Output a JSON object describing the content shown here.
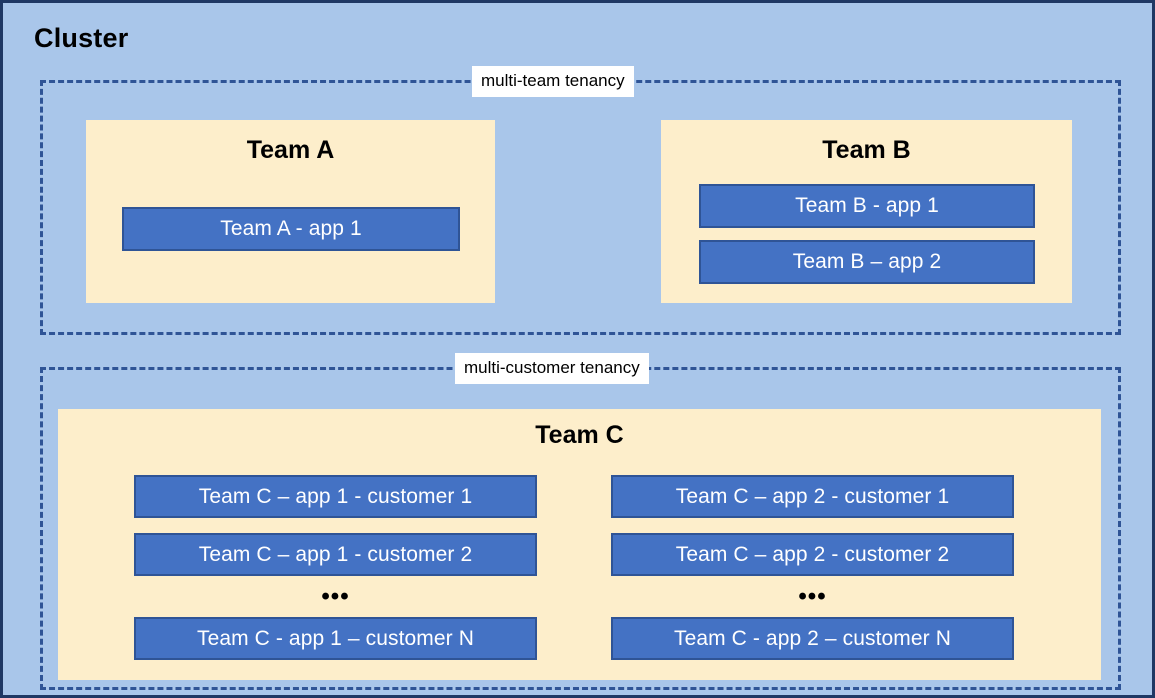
{
  "diagram": {
    "title": "Cluster",
    "colors": {
      "cluster_background": "#a9c6ea",
      "cluster_border": "#1f3864",
      "tenancy_dashed_border": "#2f5496",
      "team_panel_fill": "#fdeecb",
      "app_box_fill": "#4472c4",
      "app_box_border": "#2f5496",
      "app_box_text": "#ffffff",
      "caption_chip_background": "#ffffff"
    }
  },
  "zones": {
    "multi_team": {
      "caption": "multi-team tenancy"
    },
    "multi_customer": {
      "caption": "multi-customer tenancy"
    }
  },
  "teams": {
    "team_a": {
      "title": "Team A",
      "apps": [
        {
          "label": "Team A - app 1"
        }
      ]
    },
    "team_b": {
      "title": "Team B",
      "apps": [
        {
          "label": "Team B - app 1"
        },
        {
          "label": "Team B – app 2"
        }
      ]
    },
    "team_c": {
      "title": "Team C",
      "app_1": {
        "instances": [
          {
            "label": "Team C – app 1 - customer 1"
          },
          {
            "label": "Team C – app 1 - customer 2"
          },
          {
            "label": "Team C - app 1 – customer N"
          }
        ],
        "ellipsis": "•••"
      },
      "app_2": {
        "instances": [
          {
            "label": "Team C – app 2 - customer 1"
          },
          {
            "label": "Team C – app 2 - customer 2"
          },
          {
            "label": "Team C - app 2 – customer N"
          }
        ],
        "ellipsis": "•••"
      }
    }
  }
}
